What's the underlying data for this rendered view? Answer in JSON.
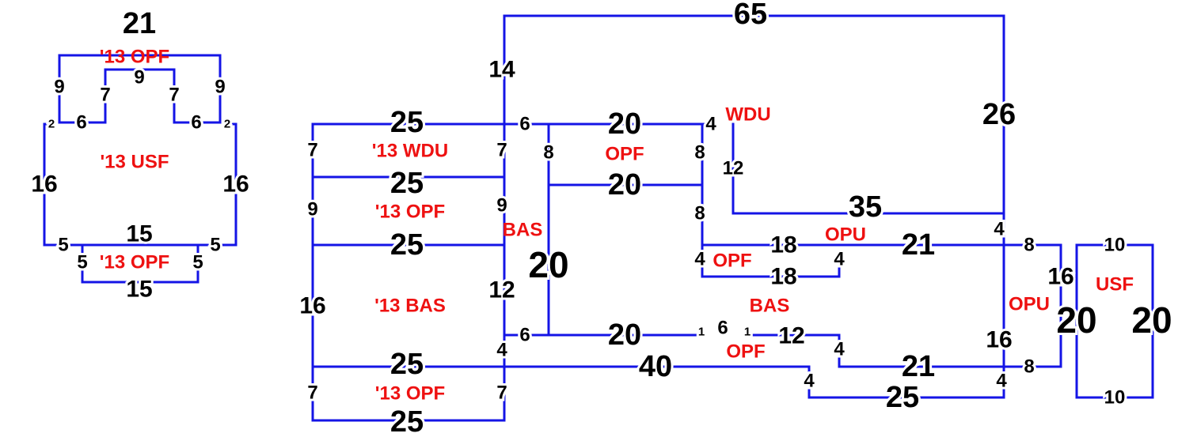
{
  "colors": {
    "walls": "#1414e6",
    "room_labels": "#ee1111",
    "dimensions": "#000000"
  },
  "dimensions": [
    "21",
    "9",
    "7",
    "9",
    "7",
    "9",
    "2",
    "6",
    "6",
    "2",
    "16",
    "16",
    "5",
    "15",
    "5",
    "5",
    "5",
    "15",
    "65",
    "14",
    "26",
    "25",
    "6",
    "20",
    "4",
    "7",
    "7",
    "8",
    "8",
    "25",
    "12",
    "20",
    "9",
    "9",
    "8",
    "35",
    "4",
    "25",
    "18",
    "21",
    "8",
    "20",
    "4",
    "4",
    "18",
    "12",
    "16",
    "16",
    "16",
    "20",
    "20",
    "10",
    "1",
    "6",
    "1",
    "12",
    "6",
    "20",
    "4",
    "4",
    "25",
    "40",
    "21",
    "8",
    "4",
    "4",
    "7",
    "7",
    "25",
    "10",
    "25"
  ],
  "rooms": [
    "'13 OPF",
    "'13 USF",
    "'13 OPF",
    "'13 WDU",
    "'13 OPF",
    "'13 BAS",
    "'13 OPF",
    "BAS",
    "OPF",
    "WDU",
    "OPU",
    "OPF",
    "BAS",
    "OPF",
    "OPU",
    "USF"
  ]
}
